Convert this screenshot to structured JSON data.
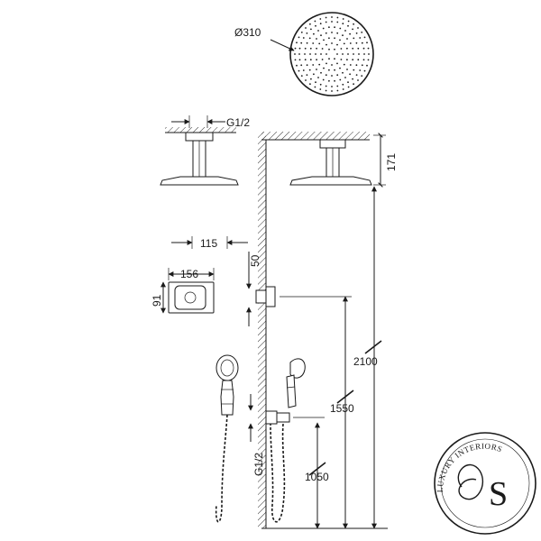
{
  "diagram": {
    "dimensions": {
      "shower_head_diameter": "Ø310",
      "ceiling_connection": "G1/2",
      "ceiling_arm_drop": "171",
      "valve_projection": "115",
      "valve_width": "156",
      "valve_height": "91",
      "valve_spacing": "50",
      "total_height": "2100",
      "valve_height_from_floor": "1550",
      "hand_shower_outlet_height": "1050",
      "hand_shower_connection": "G1/2"
    },
    "logo": {
      "arc_text": "LUXURY INTERIORS",
      "monogram": "S"
    }
  }
}
